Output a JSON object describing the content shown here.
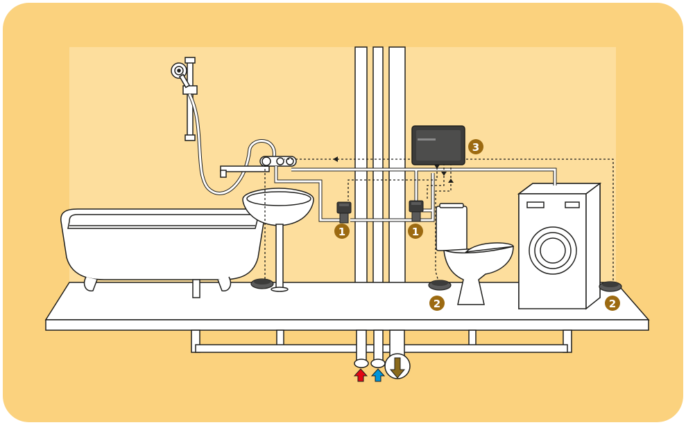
{
  "colors": {
    "background": "#fbd27e",
    "wall": "#fdde9d",
    "wall_border": "#f4c66b",
    "outline": "#1d1d1b",
    "fixture_fill": "#ffffff",
    "device_dark": "#3c3c3b",
    "sensor_fill": "#5a5a5a",
    "badge": "#9c6a11",
    "hot_arrow": "#e30613",
    "cold_arrow": "#0095d9",
    "drain_arrow": "#8a6a1c"
  },
  "callouts": {
    "valve_left": "1",
    "valve_right": "1",
    "sensor_toilet": "2",
    "sensor_washer": "2",
    "controller": "3"
  },
  "icons": {
    "hot_supply": "red-up-arrow-icon",
    "cold_supply": "blue-up-arrow-icon",
    "drain": "down-arrow-drain-icon"
  }
}
